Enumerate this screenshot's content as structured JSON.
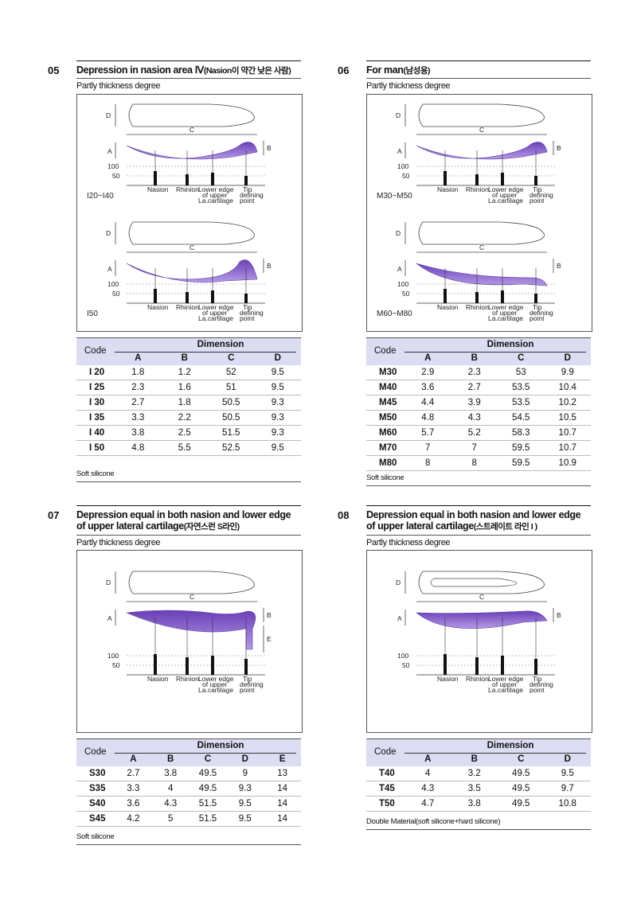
{
  "sections": [
    {
      "num": "05",
      "title": "Depression in nasion area Ⅳ",
      "title_small": "(Nasion이 약간 낮은 사람)",
      "subtitle": "Partly thickness degree",
      "figs": [
        "I20~I40",
        "I50"
      ],
      "code_label": "Code",
      "dimension_label": "Dimension",
      "columns": [
        "A",
        "B",
        "C",
        "D"
      ],
      "rows": [
        [
          "I 20",
          "1.8",
          "1.2",
          "52",
          "9.5"
        ],
        [
          "I 25",
          "2.3",
          "1.6",
          "51",
          "9.5"
        ],
        [
          "I 30",
          "2.7",
          "1.8",
          "50.5",
          "9.3"
        ],
        [
          "I 35",
          "3.3",
          "2.2",
          "50.5",
          "9.3"
        ],
        [
          "I 40",
          "3.8",
          "2.5",
          "51.5",
          "9.3"
        ],
        [
          "I 50",
          "4.8",
          "5.5",
          "52.5",
          "9.5"
        ]
      ],
      "note": "Soft silicone"
    },
    {
      "num": "06",
      "title": "For man",
      "title_small": "(남성용)",
      "subtitle": "Partly thickness degree",
      "figs": [
        "M30~M50",
        "M60~M80"
      ],
      "code_label": "Code",
      "dimension_label": "Dimension",
      "columns": [
        "A",
        "B",
        "C",
        "D"
      ],
      "rows": [
        [
          "M30",
          "2.9",
          "2.3",
          "53",
          "9.9"
        ],
        [
          "M40",
          "3.6",
          "2.7",
          "53.5",
          "10.4"
        ],
        [
          "M45",
          "4.4",
          "3.9",
          "53.5",
          "10.2"
        ],
        [
          "M50",
          "4.8",
          "4.3",
          "54.5",
          "10.5"
        ],
        [
          "M60",
          "5.7",
          "5.2",
          "58.3",
          "10.7"
        ],
        [
          "M70",
          "7",
          "7",
          "59.5",
          "10.7"
        ],
        [
          "M80",
          "8",
          "8",
          "59.5",
          "10.9"
        ]
      ],
      "note": "Soft silicone"
    },
    {
      "num": "07",
      "title": "Depression equal in both nasion and lower edge of upper lateral cartilage",
      "title_small": "(자연스런 S라인)",
      "subtitle": "Partly thickness degree",
      "figs": [
        ""
      ],
      "code_label": "Code",
      "dimension_label": "Dimension",
      "columns": [
        "A",
        "B",
        "C",
        "D",
        "E"
      ],
      "rows": [
        [
          "S30",
          "2.7",
          "3.8",
          "49.5",
          "9",
          "13"
        ],
        [
          "S35",
          "3.3",
          "4",
          "49.5",
          "9.3",
          "14"
        ],
        [
          "S40",
          "3.6",
          "4.3",
          "51.5",
          "9.5",
          "14"
        ],
        [
          "S45",
          "4.2",
          "5",
          "51.5",
          "9.5",
          "14"
        ]
      ],
      "note": "Soft silicone"
    },
    {
      "num": "08",
      "title": "Depression equal in both nasion and lower edge of upper lateral cartilage",
      "title_small": "(스트레이트 라인 I )",
      "subtitle": "Partly thickness degree",
      "figs": [
        ""
      ],
      "code_label": "Code",
      "dimension_label": "Dimension",
      "columns": [
        "A",
        "B",
        "C",
        "D"
      ],
      "rows": [
        [
          "T40",
          "4",
          "3.2",
          "49.5",
          "9.5"
        ],
        [
          "T45",
          "4.3",
          "3.5",
          "49.5",
          "9.7"
        ],
        [
          "T50",
          "4.7",
          "3.8",
          "49.5",
          "10.8"
        ]
      ],
      "note": "Double Material(soft silicone+hard silicone)"
    }
  ],
  "diagram_labels": {
    "D": "D",
    "C": "C",
    "A": "A",
    "B": "B",
    "E": "E",
    "y100": "100",
    "y50": "50",
    "nasion": "Nasion",
    "rhinion": "Rhinion",
    "lower_edge": [
      "Lower edge",
      "of upper",
      "La.cartilage"
    ],
    "tip": [
      "Tip",
      "defining",
      "point"
    ]
  },
  "colors": {
    "implant": "#6a3fb8",
    "implant_light": "#b59ae6",
    "header_bg": "#dcdcf2"
  }
}
